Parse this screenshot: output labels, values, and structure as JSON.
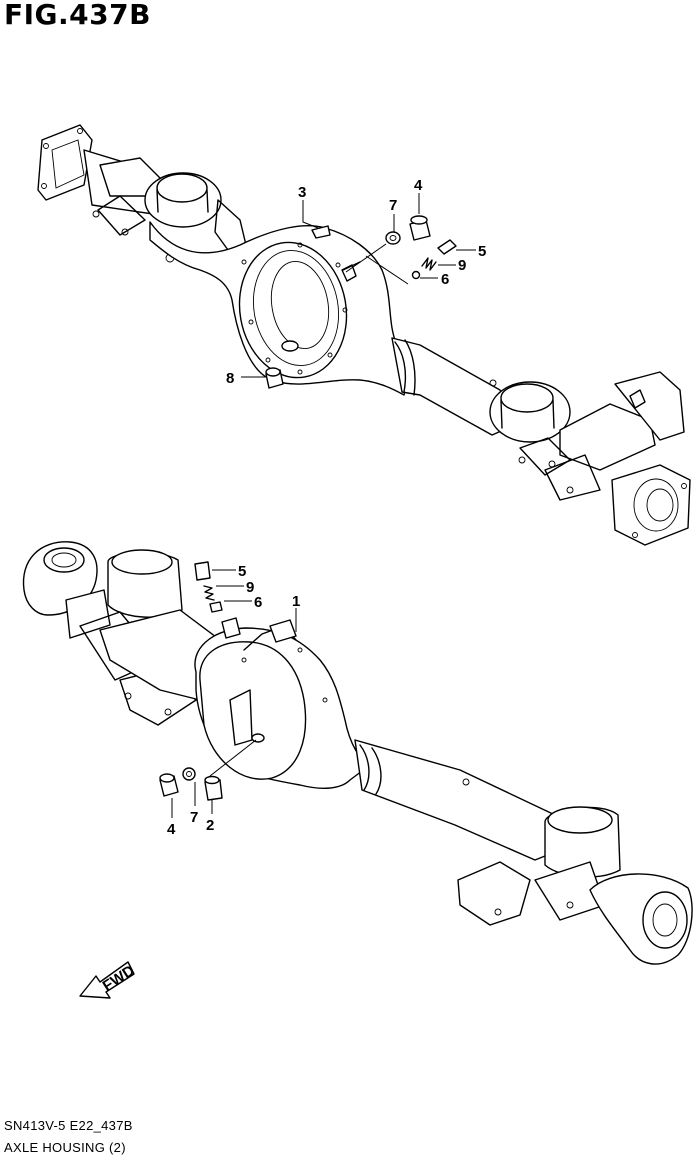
{
  "title": "FIG.437B",
  "footer": {
    "code": "SN413V-5 E22_437B",
    "name": "AXLE HOUSING (2)"
  },
  "fwd_label": "FWD",
  "callouts": {
    "upper": {
      "c3": "3",
      "c4": "4",
      "c5": "5",
      "c6": "6",
      "c7": "7",
      "c8": "8",
      "c9": "9"
    },
    "lower": {
      "c1": "1",
      "c2": "2",
      "c4": "4",
      "c5": "5",
      "c6": "6",
      "c7": "7",
      "c9": "9"
    }
  }
}
